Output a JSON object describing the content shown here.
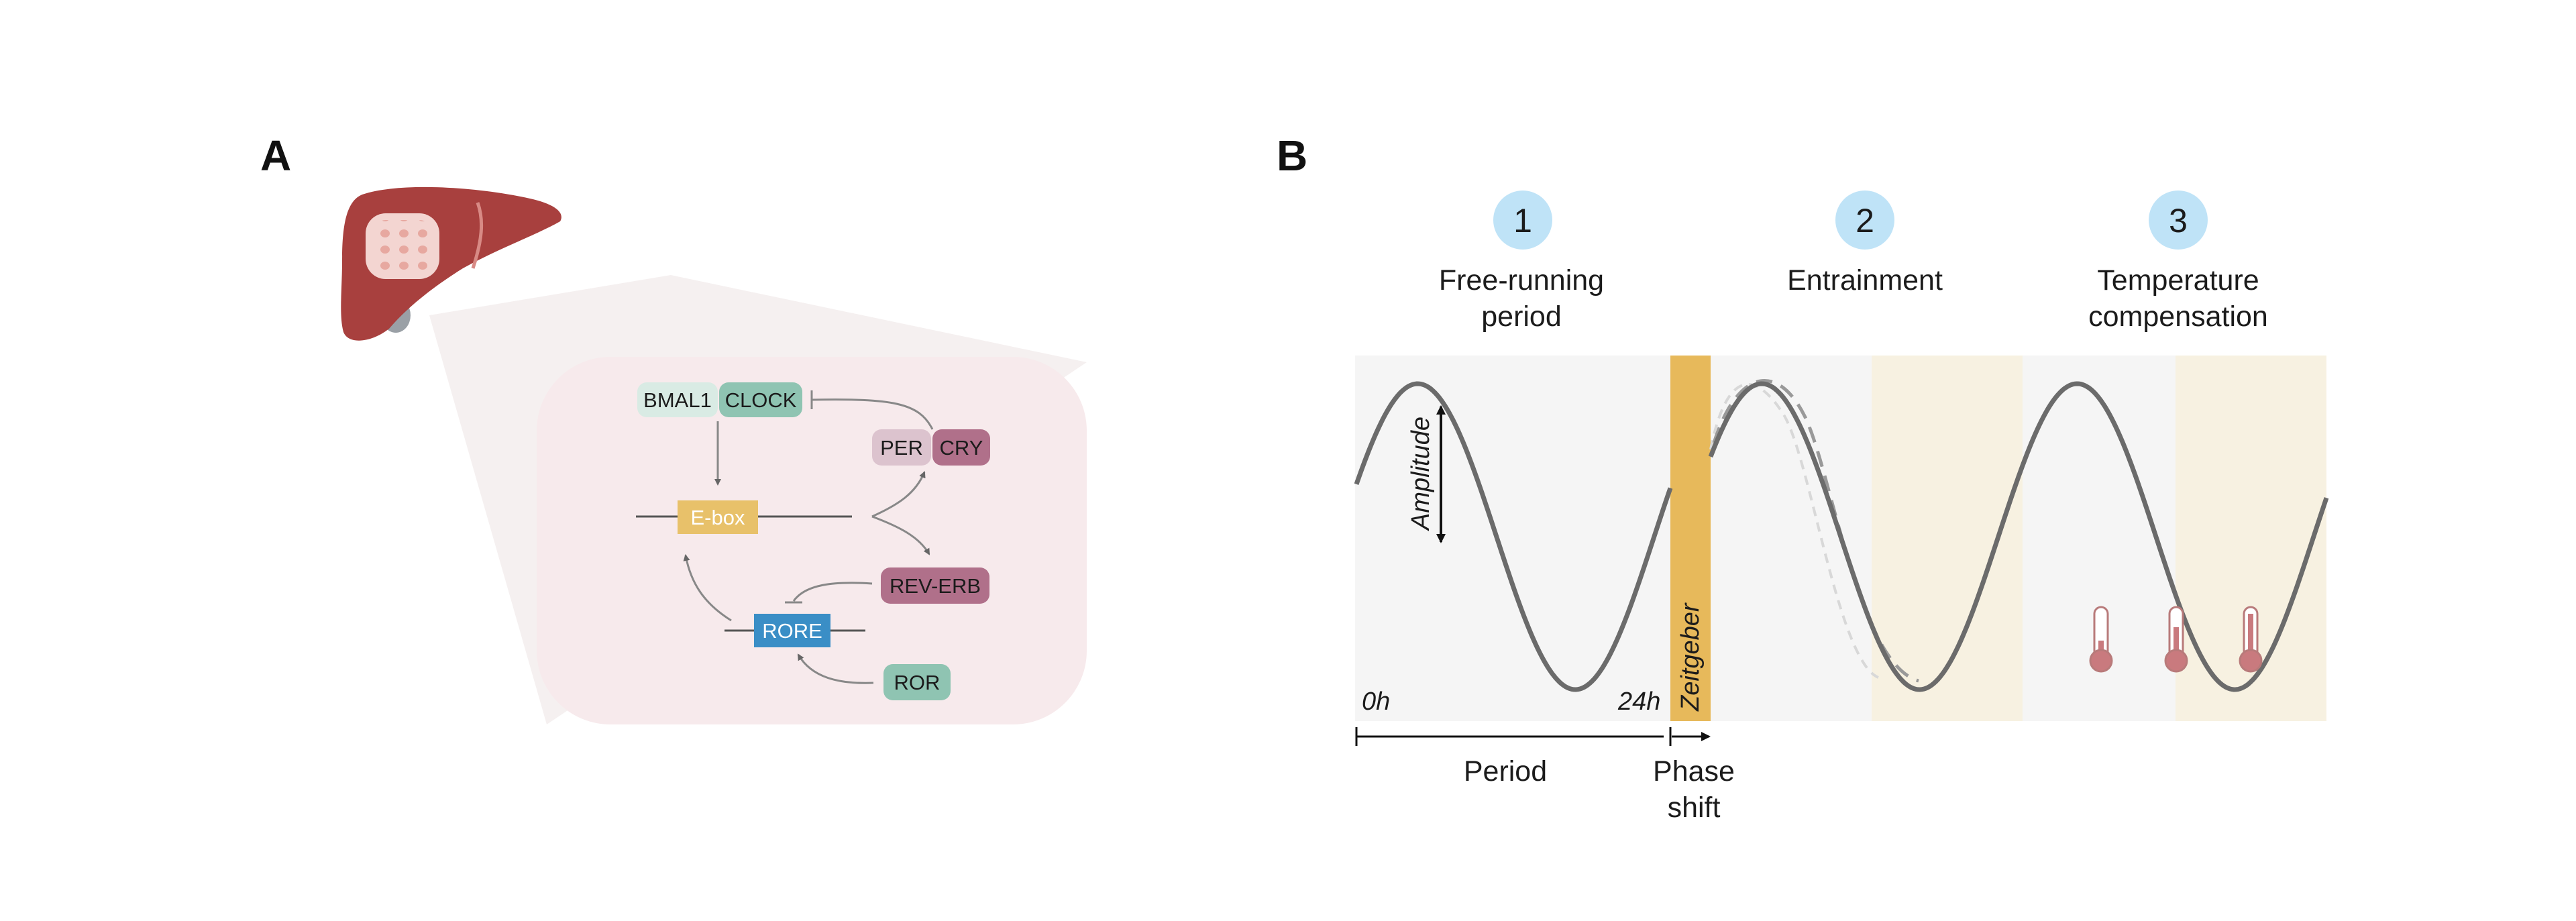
{
  "panels": {
    "a_label": "A",
    "b_label": "B"
  },
  "clock_genes": {
    "bmal1": "BMAL1",
    "clock": "CLOCK",
    "per": "PER",
    "cry": "CRY",
    "ebox": "E-box",
    "reverb": "REV-ERB",
    "rore": "RORE",
    "ror": "ROR"
  },
  "steps": [
    {
      "number": "1",
      "line1": "Free-running",
      "line2": "period"
    },
    {
      "number": "2",
      "line1": "Entrainment",
      "line2": ""
    },
    {
      "number": "3",
      "line1": "Temperature",
      "line2": "compensation"
    }
  ],
  "oscillation": {
    "amplitude_label": "Amplitude",
    "zeitgeber_label": "Zeitgeber",
    "time_start": "0h",
    "time_24": "24h",
    "period_label": "Period",
    "phase_shift_line1": "Phase",
    "phase_shift_line2": "shift"
  },
  "colors": {
    "liver": "#a8403e",
    "zeitgeber": "#e7b95b",
    "step_circle": "#bfe3f7",
    "bmal1": "#d9ebe4",
    "clock": "#8fc4b2",
    "per": "#dcc3ce",
    "cry": "#b0708a",
    "ebox": "#e8c16a",
    "reverb": "#b0708a",
    "rore": "#3a8ec6",
    "ror": "#8fc4b2",
    "inset_bg": "#f7eaec",
    "light_band": "#f6f6f6",
    "cream_band": "#f7f1e1"
  }
}
